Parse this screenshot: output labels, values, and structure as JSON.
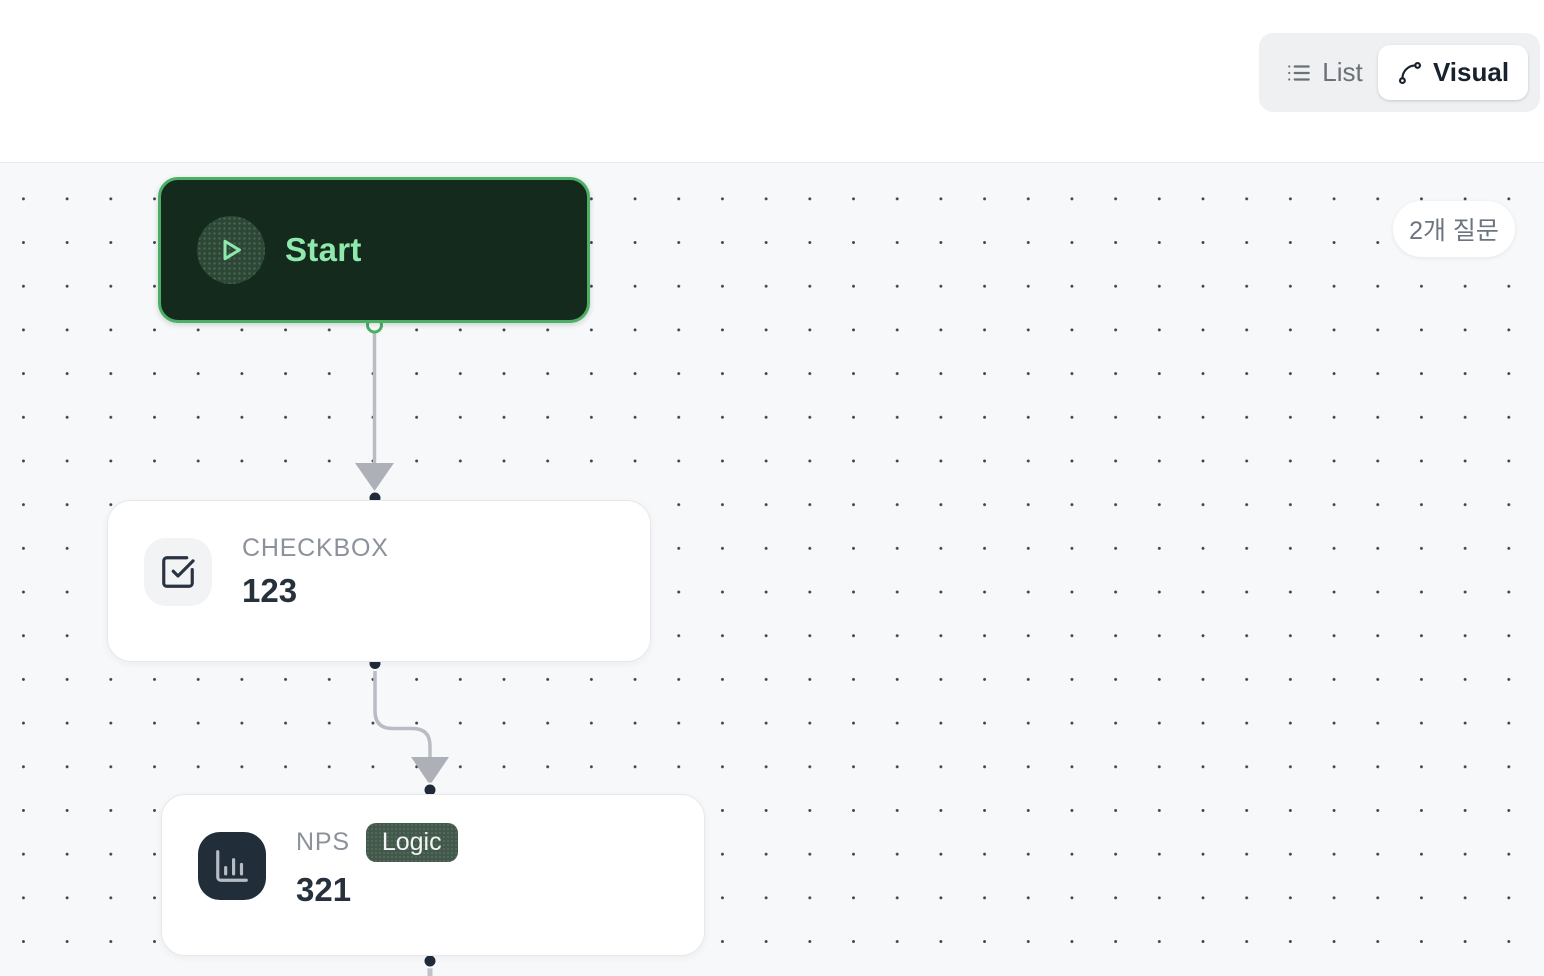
{
  "header": {
    "view_toggle": {
      "list_label": "List",
      "visual_label": "Visual",
      "active_view": "Visual"
    }
  },
  "canvas": {
    "question_count_badge": "2개 질문",
    "start_node": {
      "label": "Start"
    },
    "question_nodes": [
      {
        "type_label": "CHECKBOX",
        "title": "123",
        "badge": null,
        "icon": "check-square-icon"
      },
      {
        "type_label": "NPS",
        "title": "321",
        "badge": "Logic",
        "icon": "bar-chart-icon"
      }
    ]
  },
  "icons": {
    "list_view": "list-icon",
    "visual_view": "branch-spline-icon",
    "start": "play-icon"
  },
  "colors": {
    "accent_green_border": "#4caf66",
    "start_node_bg": "#142a1c",
    "start_node_text": "#8fe9ad",
    "logic_badge_bg": "#41584a",
    "canvas_bg": "#f7f8fa",
    "card_title_text": "#27303d",
    "type_label_gray": "#8b929c",
    "edge_gray": "#b9bdc3",
    "handle_dark": "#202b39"
  }
}
